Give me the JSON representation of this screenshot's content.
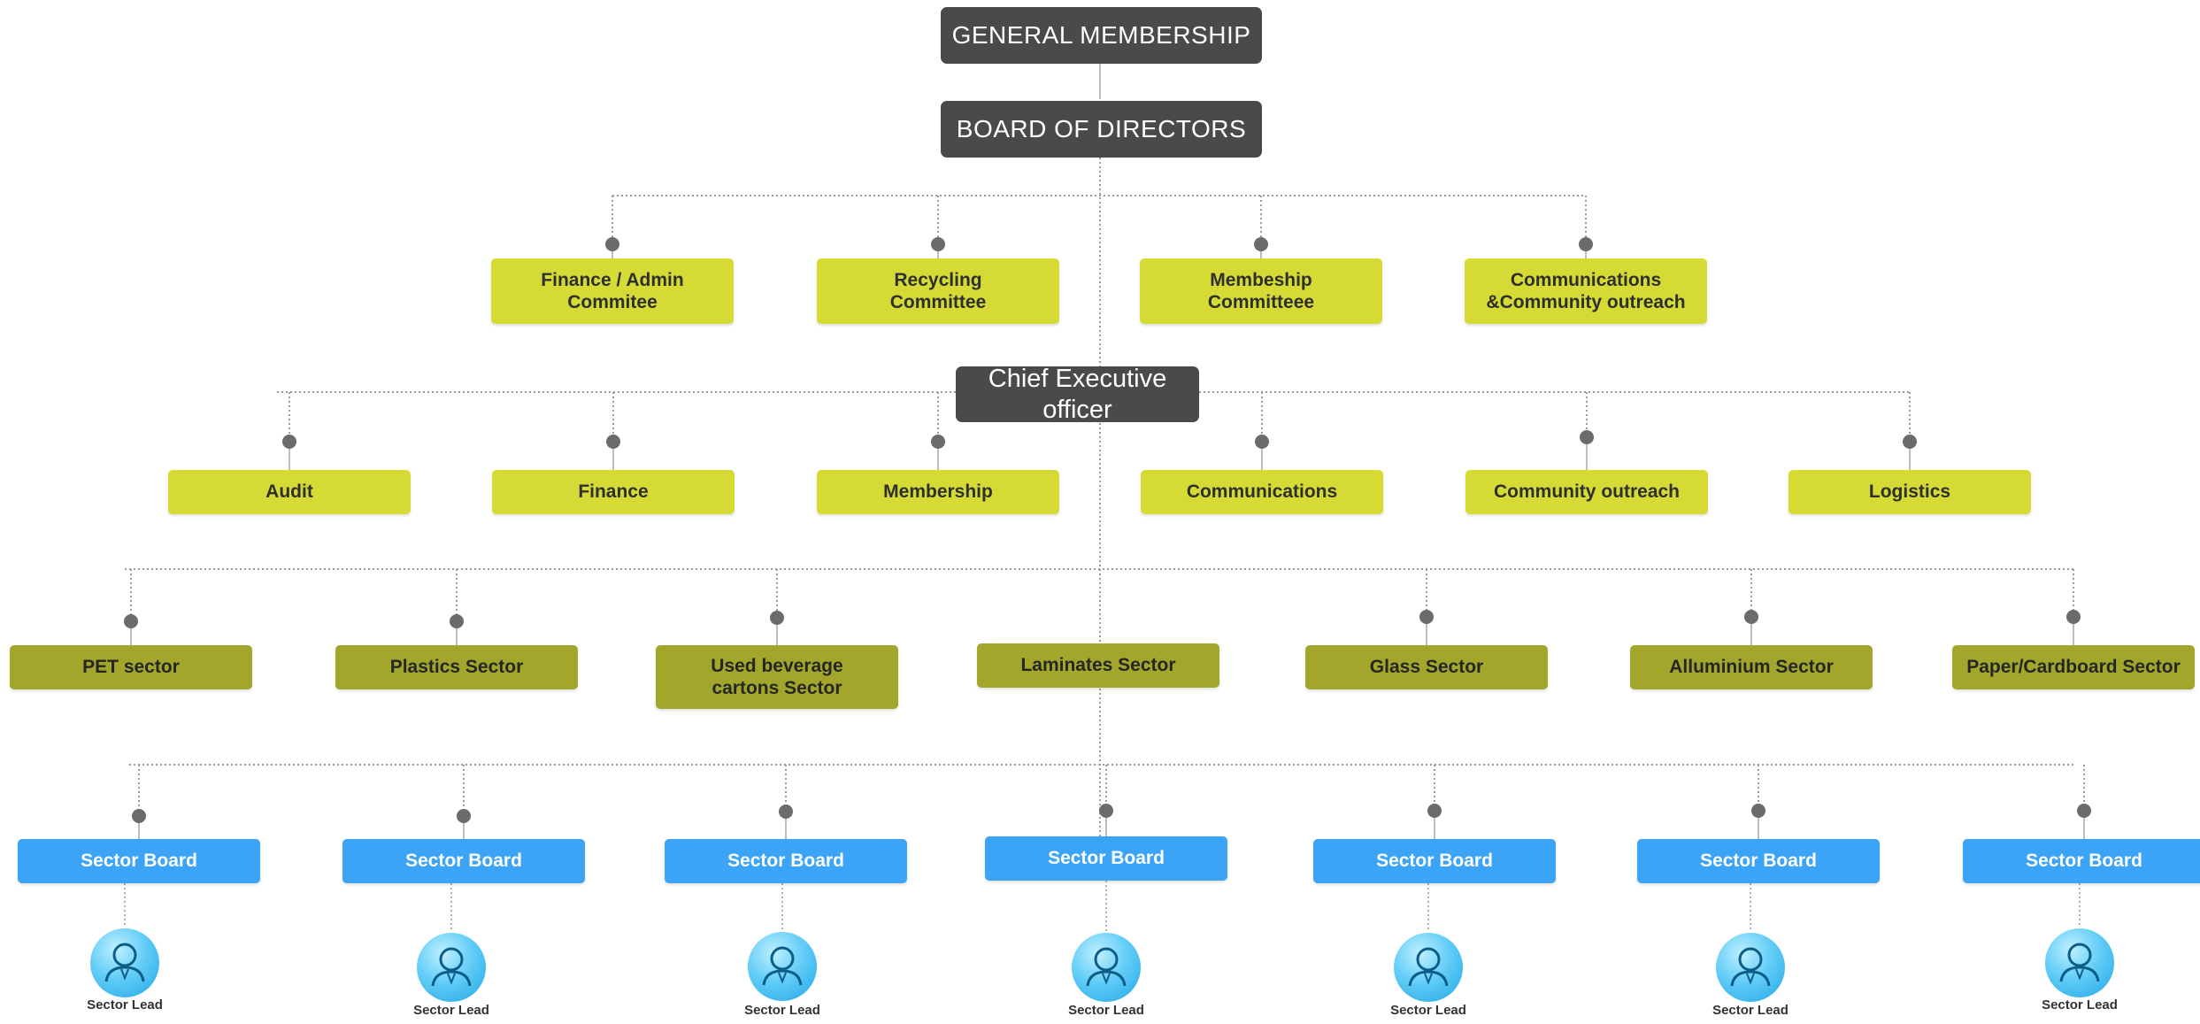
{
  "top": {
    "general_membership": "GENERAL MEMBERSHIP",
    "board_of_directors": "BOARD OF DIRECTORS"
  },
  "committees": [
    {
      "label": "Finance / Admin\nCommitee"
    },
    {
      "label": "Recycling\nCommittee"
    },
    {
      "label": "Membeship\nCommitteee"
    },
    {
      "label": "Communications\n&Community outreach"
    }
  ],
  "ceo": {
    "label": "Chief Executive officer"
  },
  "departments": [
    {
      "label": "Audit"
    },
    {
      "label": "Finance"
    },
    {
      "label": "Membership"
    },
    {
      "label": "Communications"
    },
    {
      "label": "Community outreach"
    },
    {
      "label": "Logistics"
    }
  ],
  "sectors": [
    {
      "label": "PET sector"
    },
    {
      "label": "Plastics Sector"
    },
    {
      "label": "Used beverage\ncartons Sector"
    },
    {
      "label": "Laminates Sector"
    },
    {
      "label": "Glass Sector"
    },
    {
      "label": "Alluminium Sector"
    },
    {
      "label": "Paper/Cardboard Sector"
    }
  ],
  "sector_boards": [
    {
      "label": "Sector Board"
    },
    {
      "label": "Sector Board"
    },
    {
      "label": "Sector Board"
    },
    {
      "label": "Sector Board"
    },
    {
      "label": "Sector Board"
    },
    {
      "label": "Sector Board"
    },
    {
      "label": "Sector Board"
    }
  ],
  "sector_leads": [
    {
      "label": "Sector Lead"
    },
    {
      "label": "Sector Lead"
    },
    {
      "label": "Sector Lead"
    },
    {
      "label": "Sector Lead"
    },
    {
      "label": "Sector Lead"
    },
    {
      "label": "Sector Lead"
    },
    {
      "label": "Sector Lead"
    }
  ],
  "icons": {
    "lead_avatar": "person-avatar-icon",
    "connector_dot": "connector-dot-icon"
  },
  "colors": {
    "dark": "#4a4a4a",
    "lime": "#d5db34",
    "olive": "#a2a62a",
    "blue": "#3ba4f7",
    "dot": "#6b6b6b",
    "line": "#9a9a9a"
  }
}
